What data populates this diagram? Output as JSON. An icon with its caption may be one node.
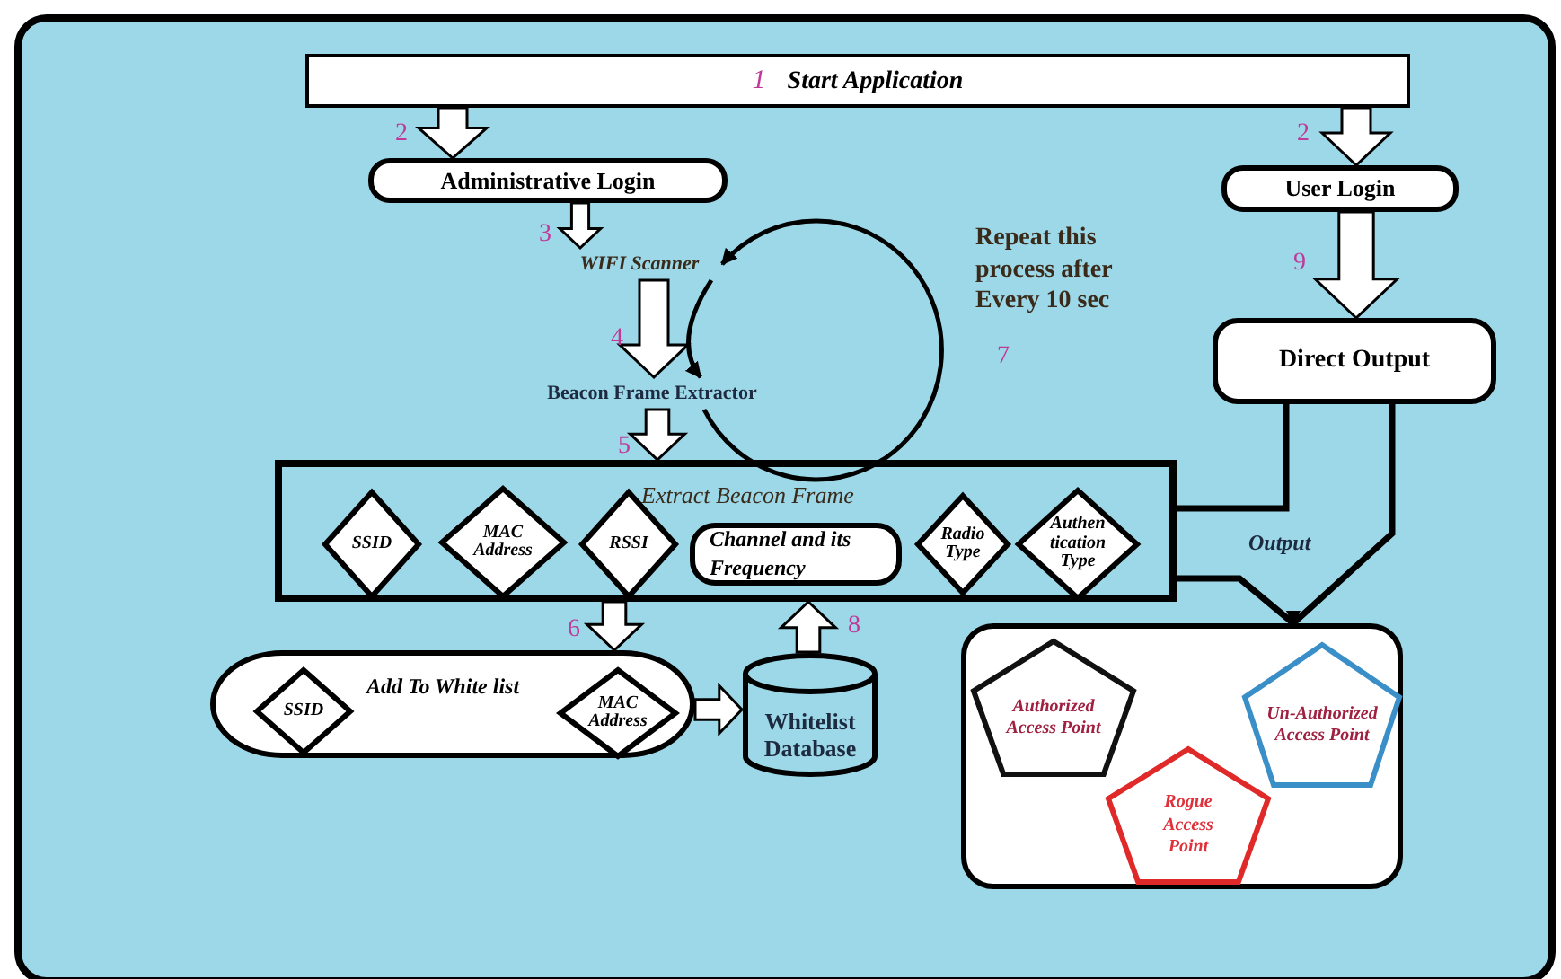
{
  "diagram": {
    "nodes": [
      {
        "text": [
          "1",
          "Start Application"
        ]
      },
      {
        "text": [
          "Administrative Login"
        ]
      },
      {
        "text": [
          "User Login"
        ]
      },
      {
        "text": [
          "WIFI Scanner"
        ]
      },
      {
        "text": [
          "Beacon Frame Extractor"
        ]
      },
      {
        "text": [
          "Extract Beacon Frame"
        ]
      },
      {
        "text": [
          "SSID"
        ],
        "in": 5
      },
      {
        "text": [
          "MAC Address"
        ],
        "in": 5
      },
      {
        "text": [
          "RSSI"
        ],
        "in": 5
      },
      {
        "text": [
          "Channel and its Frequency"
        ],
        "in": 5
      },
      {
        "text": [
          "Radio Type"
        ],
        "in": 5
      },
      {
        "text": [
          "Authen tication Type"
        ],
        "in": 5
      },
      {
        "text": [
          "Add To White list"
        ]
      },
      {
        "text": [
          "SSID"
        ],
        "in": 12
      },
      {
        "text": [
          "MAC Address"
        ],
        "in": 12
      },
      {
        "text": [
          "Whitelist Database"
        ]
      },
      {
        "text": [
          "Direct Output"
        ]
      },
      {
        "text": [],
        "shape": "box"
      },
      {
        "text": [
          "Authorized Access Point"
        ],
        "in": 17
      },
      {
        "text": [
          "Un-Authorized Access Point"
        ],
        "in": 17
      },
      {
        "text": [
          "Rogue Access Point"
        ],
        "in": 17
      }
    ],
    "edges": [
      {
        "from": 0,
        "to": 1,
        "arrow": "to",
        "label": "2"
      },
      {
        "from": 0,
        "to": 2,
        "arrow": "to",
        "label": "2"
      },
      {
        "from": 1,
        "to": 3,
        "arrow": "to",
        "label": "3"
      },
      {
        "from": 3,
        "to": 4,
        "arrow": "to",
        "label": "4"
      },
      {
        "from": 4,
        "to": 5,
        "arrow": "to",
        "label": "5"
      },
      {
        "from": 5,
        "to": 12,
        "arrow": "to",
        "label": "6"
      },
      {
        "from": 12,
        "to": 15,
        "arrow": "to"
      },
      {
        "from": 15,
        "to": 5,
        "arrow": "to",
        "label": "8"
      },
      {
        "from": 2,
        "to": 16,
        "arrow": "to",
        "label": "9"
      },
      {
        "from": 16,
        "to": 17,
        "arrow": "to",
        "label": "Output"
      },
      {
        "from": 5,
        "to": 17,
        "arrow": "to"
      },
      {
        "from": 3,
        "to": 4,
        "arrow": "to"
      },
      {
        "from": 4,
        "to": 3,
        "arrow": "to"
      }
    ],
    "labels": [
      "Repeat this process after Every 10 sec",
      "7"
    ]
  }
}
